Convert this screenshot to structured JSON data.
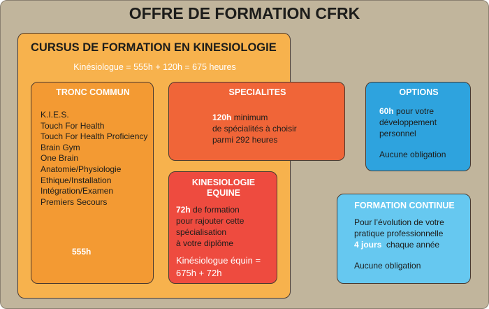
{
  "title": "OFFRE DE FORMATION CFRK",
  "cursus": {
    "title": "CURSUS DE FORMATION EN KINESIOLOGIE",
    "subtitle": "Kinésiologue = 555h + 120h = 675 heures"
  },
  "tronc": {
    "title": "TRONC COMMUN",
    "items": [
      "K.I.E.S.",
      "Touch For Health",
      "Touch For Health Proficiency",
      "Brain Gym",
      "One Brain",
      "Anatomie/Physiologie",
      "Ethique/Installation",
      "Intégration/Examen",
      "Premiers Secours"
    ],
    "hours": "555h"
  },
  "specialites": {
    "title": "SPECIALITES",
    "bold": "120h",
    "line1": " minimum",
    "line2": "de spécialités à choisir",
    "line3": "parmi 292 heures"
  },
  "equine": {
    "title1": "KINESIOLOGIE",
    "title2": "EQUINE",
    "bold": "72h",
    "line1": " de formation",
    "line2": "pour rajouter cette",
    "line3": "spécialisation",
    "line4": "à votre diplôme",
    "total1": "Kinésiologue équin =",
    "total2": "675h + 72h"
  },
  "options": {
    "title": "OPTIONS",
    "bold": "60h",
    "line1": " pour votre",
    "line2": "développement",
    "line3": "personnel",
    "note": "Aucune obligation"
  },
  "continue": {
    "title": "FORMATION CONTINUE",
    "line1": "Pour l’évolution de votre",
    "line2": "pratique professionnelle",
    "bold": "4 jours",
    "line3": "  chaque année",
    "note": "Aucune obligation"
  }
}
